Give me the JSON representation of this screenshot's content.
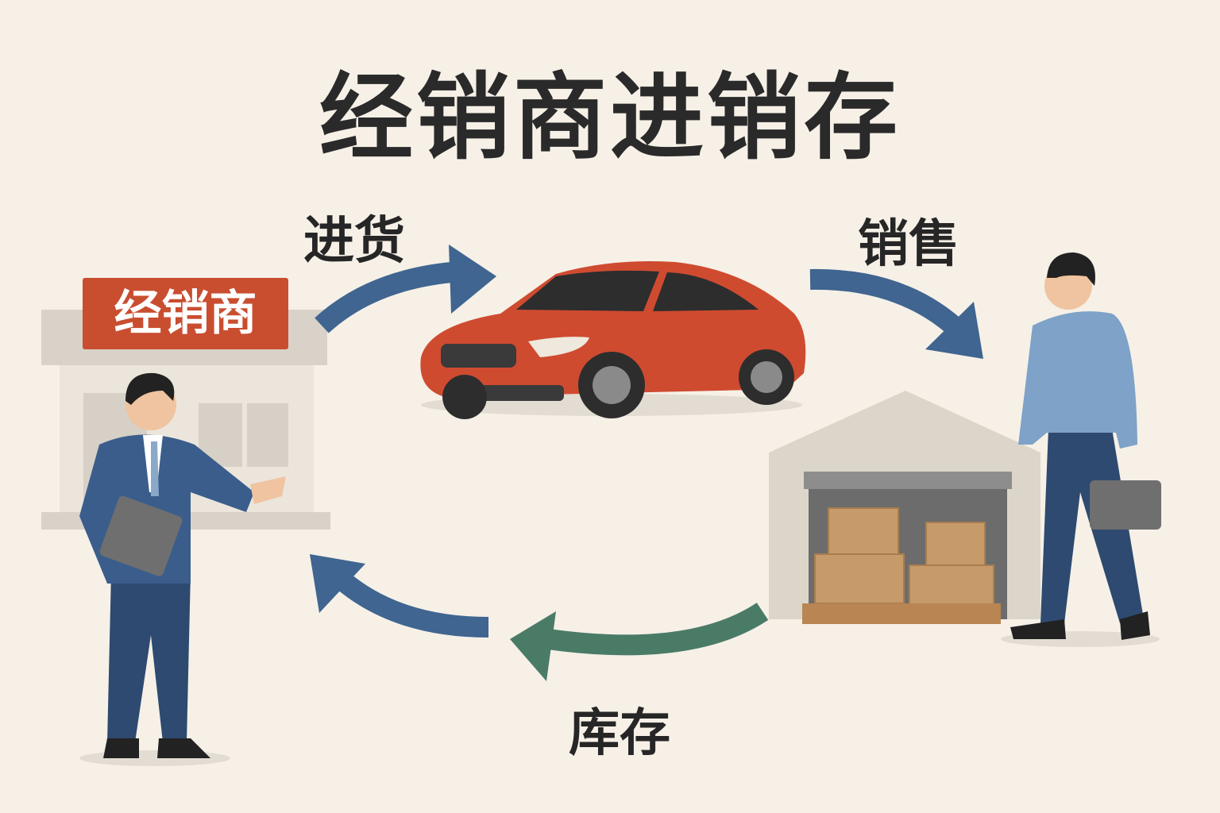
{
  "title": "经销商进销存",
  "labels": {
    "purchase": "进货",
    "sales": "销售",
    "inventory": "库存"
  },
  "dealer_sign": "经销商",
  "colors": {
    "background": "#f6f0e7",
    "car": "#cf4b30",
    "arrow_blue": "#3f6590",
    "arrow_green": "#4a7b67",
    "sign": "#c94e30"
  }
}
